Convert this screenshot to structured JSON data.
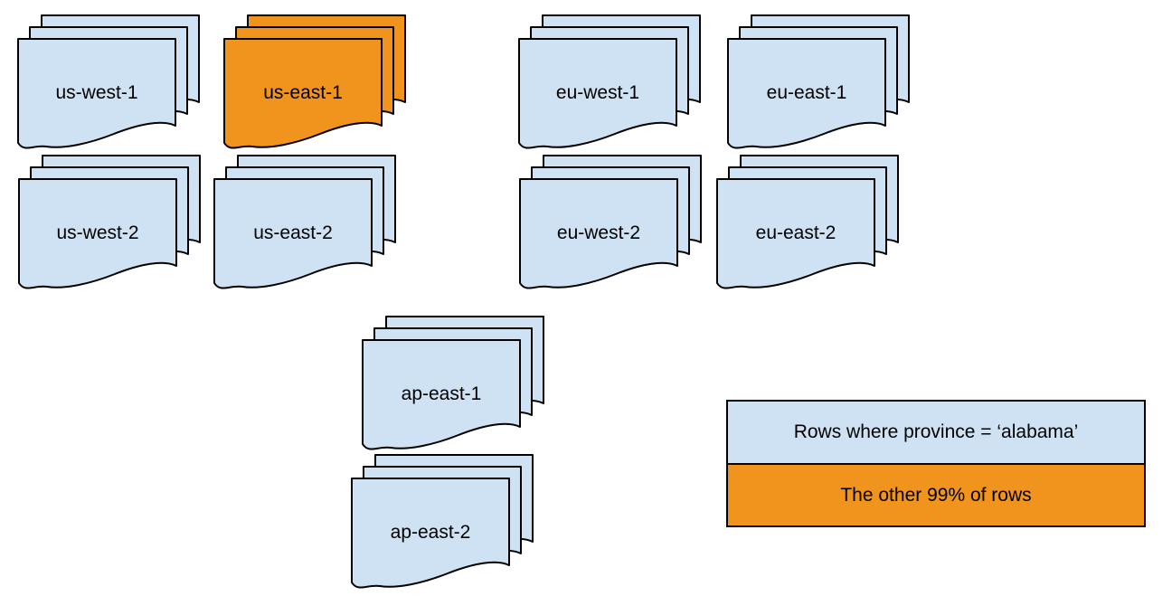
{
  "colors": {
    "blue": "#cfe2f3",
    "orange": "#f0941e",
    "stroke": "#000000",
    "background": "#ffffff",
    "text": "#000000"
  },
  "diagram": {
    "stacks": [
      {
        "id": "us-west-1",
        "label": "us-west-1",
        "color": "blue"
      },
      {
        "id": "us-east-1",
        "label": "us-east-1",
        "color": "orange"
      },
      {
        "id": "us-west-2",
        "label": "us-west-2",
        "color": "blue"
      },
      {
        "id": "us-east-2",
        "label": "us-east-2",
        "color": "blue"
      },
      {
        "id": "eu-west-1",
        "label": "eu-west-1",
        "color": "blue"
      },
      {
        "id": "eu-east-1",
        "label": "eu-east-1",
        "color": "blue"
      },
      {
        "id": "eu-west-2",
        "label": "eu-west-2",
        "color": "blue"
      },
      {
        "id": "eu-east-2",
        "label": "eu-east-2",
        "color": "blue"
      },
      {
        "id": "ap-east-1",
        "label": "ap-east-1",
        "color": "blue"
      },
      {
        "id": "ap-east-2",
        "label": "ap-east-2",
        "color": "blue"
      }
    ],
    "legend": {
      "items": [
        {
          "label": "Rows where province = ‘alabama’",
          "color": "blue"
        },
        {
          "label": "The other 99% of rows",
          "color": "orange"
        }
      ]
    }
  }
}
